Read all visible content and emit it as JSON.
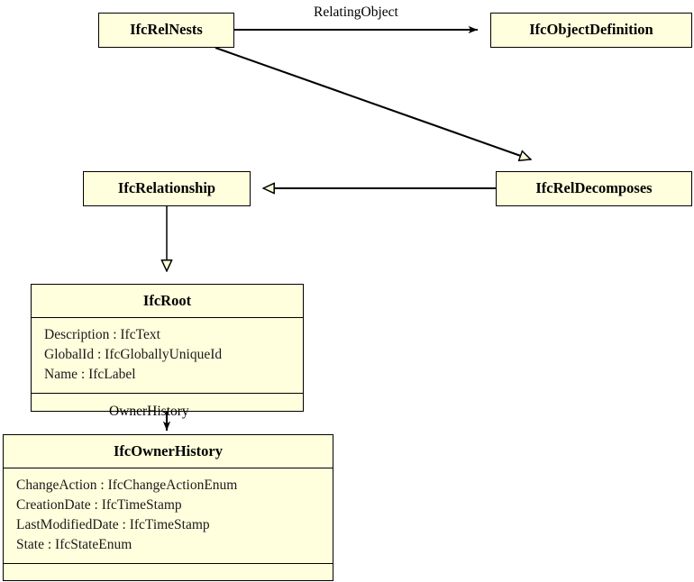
{
  "diagram": {
    "type": "uml-class-diagram",
    "background_color": "#ffffff",
    "class_fill_color": "#fffedd",
    "class_border_color": "#000000",
    "line_color": "#000000",
    "classes": [
      {
        "id": "ifcrelnests",
        "name": "IfcRelNests",
        "attributes": [],
        "operations": []
      },
      {
        "id": "ifcobjectdefinition",
        "name": "IfcObjectDefinition",
        "attributes": [],
        "operations": []
      },
      {
        "id": "ifcrelationship",
        "name": "IfcRelationship",
        "attributes": [],
        "operations": []
      },
      {
        "id": "ifcreldecomposes",
        "name": "IfcRelDecomposes",
        "attributes": [],
        "operations": []
      },
      {
        "id": "ifcroot",
        "name": "IfcRoot",
        "attributes": [
          "Description : IfcText",
          "GlobalId : IfcGloballyUniqueId",
          "Name : IfcLabel"
        ],
        "operations": []
      },
      {
        "id": "ifcownerhistory",
        "name": "IfcOwnerHistory",
        "attributes": [
          "ChangeAction : IfcChangeActionEnum",
          "CreationDate : IfcTimeStamp",
          "LastModifiedDate : IfcTimeStamp",
          "State : IfcStateEnum"
        ],
        "operations": []
      }
    ],
    "relations": [
      {
        "id": "relating-object",
        "kind": "association",
        "label": "RelatingObject",
        "from": "IfcRelNests",
        "to": "IfcObjectDefinition",
        "arrowhead": "solid-arrow"
      },
      {
        "id": "nests-generalization",
        "kind": "generalization",
        "label": "",
        "from": "IfcRelNests",
        "to": "IfcRelDecomposes",
        "arrowhead": "hollow-triangle"
      },
      {
        "id": "decomposes-generalization",
        "kind": "generalization",
        "label": "",
        "from": "IfcRelDecomposes",
        "to": "IfcRelationship",
        "arrowhead": "hollow-triangle"
      },
      {
        "id": "relationship-generalization",
        "kind": "generalization",
        "label": "",
        "from": "IfcRelationship",
        "to": "IfcRoot",
        "arrowhead": "hollow-triangle"
      },
      {
        "id": "owner-history",
        "kind": "association",
        "label": "OwnerHistory",
        "from": "IfcRoot",
        "to": "IfcOwnerHistory",
        "arrowhead": "solid-arrow"
      }
    ]
  }
}
